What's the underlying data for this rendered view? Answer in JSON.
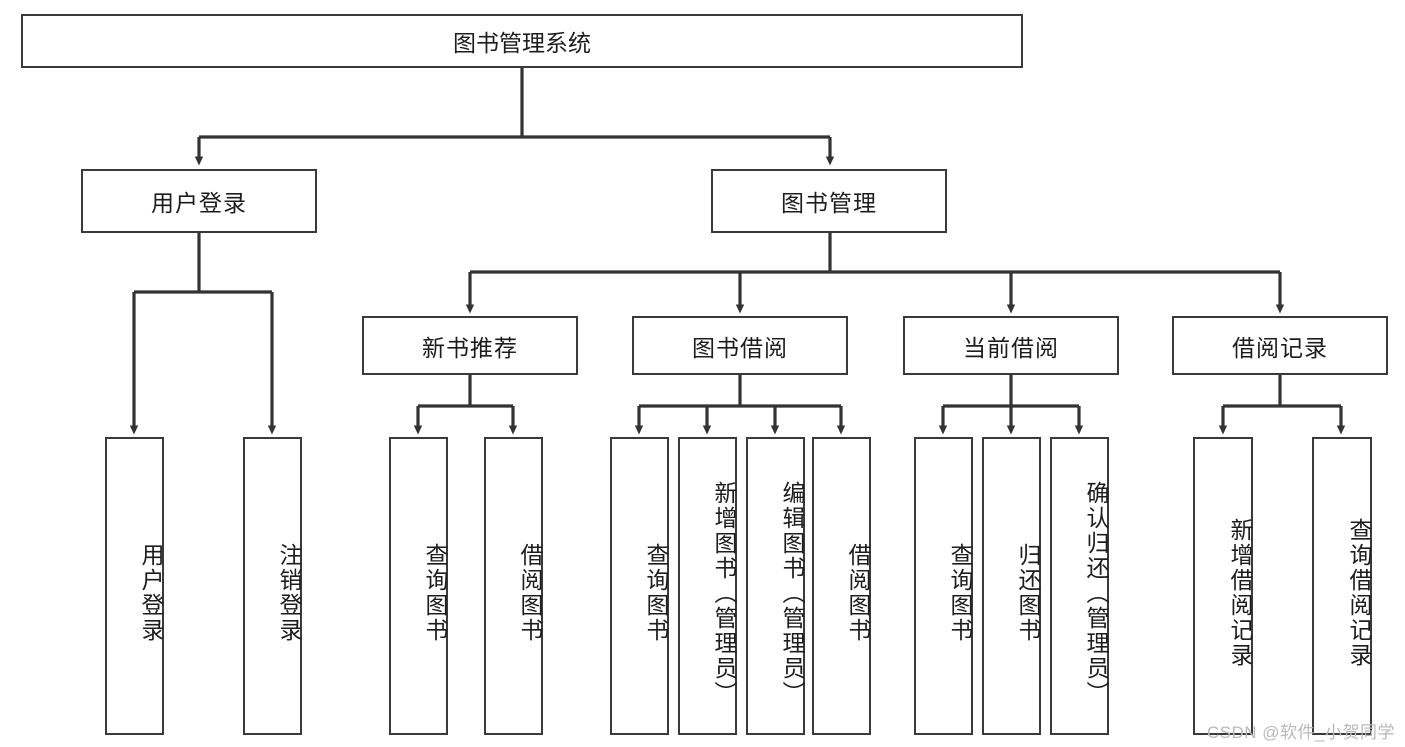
{
  "diagram": {
    "type": "tree-hierarchy",
    "title": "图书管理系统",
    "watermark": "CSDN @软件_小贺同学",
    "colors": {
      "box_border": "#3a3a3a",
      "box_fill": "#ffffff",
      "connector": "#333333",
      "text": "#1d1d1d",
      "watermark": "#b9b9b9"
    },
    "levels": {
      "root": {
        "label": "图书管理系统"
      },
      "level2": [
        {
          "id": "user-login",
          "label": "用户登录"
        },
        {
          "id": "book-manage",
          "label": "图书管理"
        }
      ],
      "level3": [
        {
          "id": "new-book-recommend",
          "label": "新书推荐",
          "parent": "book-manage"
        },
        {
          "id": "book-borrow",
          "label": "图书借阅",
          "parent": "book-manage"
        },
        {
          "id": "current-borrow",
          "label": "当前借阅",
          "parent": "book-manage"
        },
        {
          "id": "borrow-record",
          "label": "借阅记录",
          "parent": "book-manage"
        }
      ],
      "leaves": [
        {
          "id": "leaf-user-login",
          "label": "用户登录",
          "parent": "user-login"
        },
        {
          "id": "leaf-logout-login",
          "label": "注销登录",
          "parent": "user-login"
        },
        {
          "id": "leaf-query-book-1",
          "label": "查询图书",
          "parent": "new-book-recommend"
        },
        {
          "id": "leaf-borrow-book-1",
          "label": "借阅图书",
          "parent": "new-book-recommend"
        },
        {
          "id": "leaf-query-book-2",
          "label": "查询图书",
          "parent": "book-borrow"
        },
        {
          "id": "leaf-add-book",
          "label": "新增图书（管理员）",
          "parent": "book-borrow"
        },
        {
          "id": "leaf-edit-book",
          "label": "编辑图书（管理员）",
          "parent": "book-borrow"
        },
        {
          "id": "leaf-borrow-book-2",
          "label": "借阅图书",
          "parent": "book-borrow"
        },
        {
          "id": "leaf-query-book-3",
          "label": "查询图书",
          "parent": "current-borrow"
        },
        {
          "id": "leaf-return-book",
          "label": "归还图书",
          "parent": "current-borrow"
        },
        {
          "id": "leaf-confirm-return",
          "label": "确认归还（管理员）",
          "parent": "current-borrow"
        },
        {
          "id": "leaf-add-record",
          "label": "新增借阅记录",
          "parent": "borrow-record"
        },
        {
          "id": "leaf-query-record",
          "label": "查询借阅记录",
          "parent": "borrow-record"
        }
      ]
    }
  }
}
